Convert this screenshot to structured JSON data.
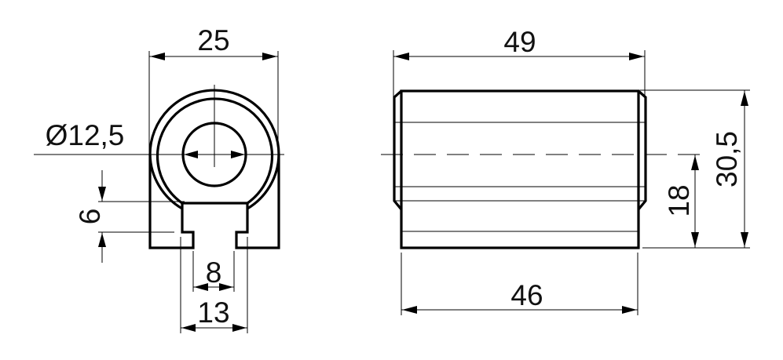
{
  "drawing": {
    "views": [
      {
        "name": "front-view",
        "description": "End view with bore and T-slot"
      },
      {
        "name": "side-view",
        "description": "Side view of cylindrical body with chamfers"
      }
    ],
    "dimensions": {
      "front_width": "25",
      "bore_diameter": "Ø12,5",
      "slot_depth": "6",
      "slot_narrow_width": "8",
      "slot_wide_width": "13",
      "overall_length": "49",
      "body_length": "46",
      "center_height": "18",
      "overall_height": "30,5"
    },
    "colors": {
      "line": "#000000",
      "text": "#111111",
      "background": "#ffffff"
    }
  }
}
